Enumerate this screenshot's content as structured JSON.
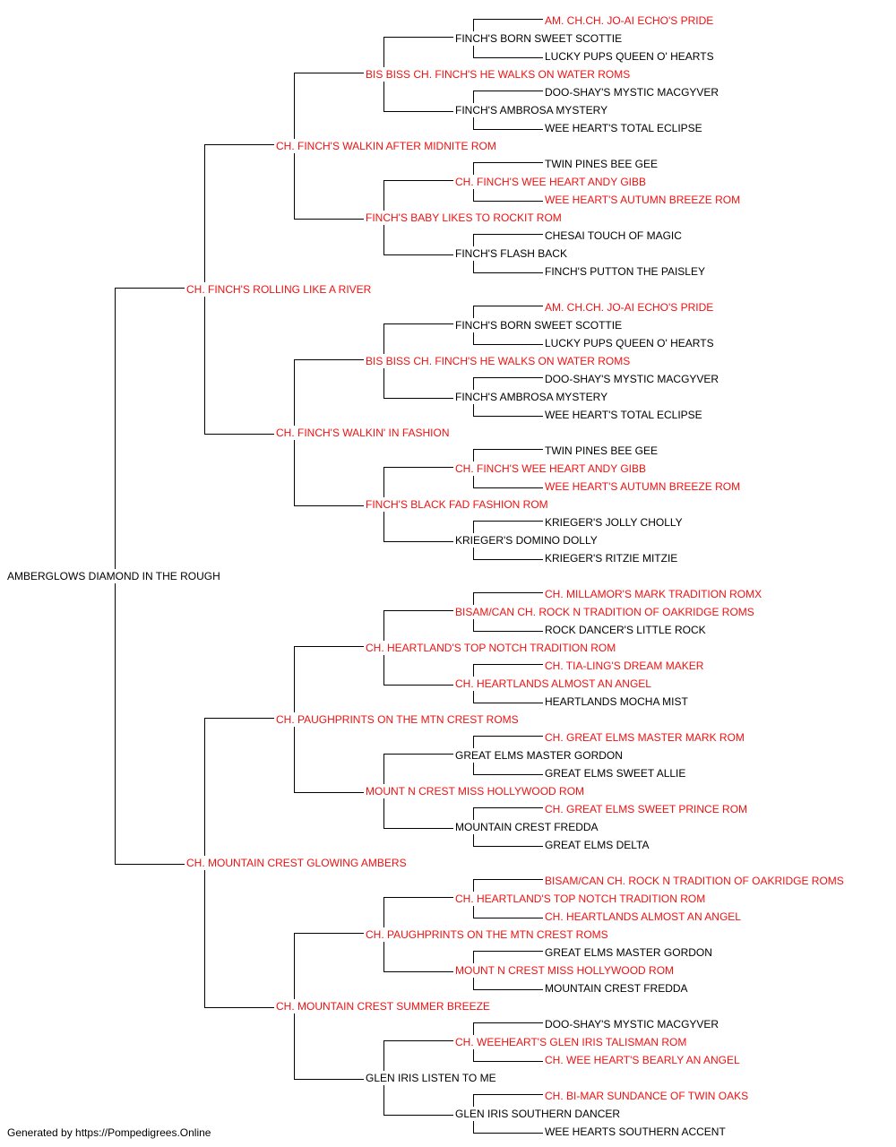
{
  "colors": {
    "champion": "#ee1111",
    "plain": "#000000",
    "line": "#000000"
  },
  "pedigree": {
    "name": "AMBERGLOWS DIAMOND IN THE ROUGH",
    "red": false,
    "sire": {
      "name": "CH. FINCH'S ROLLING LIKE A RIVER",
      "red": true,
      "sire": {
        "name": "CH. FINCH'S WALKIN AFTER MIDNITE ROM",
        "red": true,
        "sire": {
          "name": "BIS BISS CH. FINCH'S HE WALKS ON WATER ROMS",
          "red": true,
          "sire": {
            "name": "FINCH'S BORN SWEET SCOTTIE",
            "red": false,
            "sire": {
              "name": "AM. CH.CH. JO-AI ECHO'S PRIDE",
              "red": true
            },
            "dam": {
              "name": "LUCKY PUPS QUEEN O' HEARTS",
              "red": false
            }
          },
          "dam": {
            "name": "FINCH'S AMBROSA MYSTERY",
            "red": false,
            "sire": {
              "name": "DOO-SHAY'S MYSTIC MACGYVER",
              "red": false
            },
            "dam": {
              "name": "WEE HEART'S TOTAL ECLIPSE",
              "red": false
            }
          }
        },
        "dam": {
          "name": "FINCH'S BABY LIKES TO ROCKIT ROM",
          "red": true,
          "sire": {
            "name": "CH. FINCH'S WEE HEART ANDY GIBB",
            "red": true,
            "sire": {
              "name": "TWIN PINES BEE GEE",
              "red": false
            },
            "dam": {
              "name": "WEE HEART'S AUTUMN BREEZE ROM",
              "red": true
            }
          },
          "dam": {
            "name": "FINCH'S FLASH BACK",
            "red": false,
            "sire": {
              "name": "CHESAI TOUCH OF MAGIC",
              "red": false
            },
            "dam": {
              "name": "FINCH'S PUTTON THE PAISLEY",
              "red": false
            }
          }
        }
      },
      "dam": {
        "name": "CH. FINCH'S WALKIN' IN FASHION",
        "red": true,
        "sire": {
          "name": "BIS BISS CH. FINCH'S HE WALKS ON WATER ROMS",
          "red": true,
          "sire": {
            "name": "FINCH'S BORN SWEET SCOTTIE",
            "red": false,
            "sire": {
              "name": "AM. CH.CH. JO-AI ECHO'S PRIDE",
              "red": true
            },
            "dam": {
              "name": "LUCKY PUPS QUEEN O' HEARTS",
              "red": false
            }
          },
          "dam": {
            "name": "FINCH'S AMBROSA MYSTERY",
            "red": false,
            "sire": {
              "name": "DOO-SHAY'S MYSTIC MACGYVER",
              "red": false
            },
            "dam": {
              "name": "WEE HEART'S TOTAL ECLIPSE",
              "red": false
            }
          }
        },
        "dam": {
          "name": "FINCH'S BLACK FAD FASHION ROM",
          "red": true,
          "sire": {
            "name": "CH. FINCH'S WEE HEART ANDY GIBB",
            "red": true,
            "sire": {
              "name": "TWIN PINES BEE GEE",
              "red": false
            },
            "dam": {
              "name": "WEE HEART'S AUTUMN BREEZE ROM",
              "red": true
            }
          },
          "dam": {
            "name": "KRIEGER'S DOMINO DOLLY",
            "red": false,
            "sire": {
              "name": "KRIEGER'S JOLLY CHOLLY",
              "red": false
            },
            "dam": {
              "name": "KRIEGER'S RITZIE MITZIE",
              "red": false
            }
          }
        }
      }
    },
    "dam": {
      "name": "CH. MOUNTAIN CREST GLOWING AMBERS",
      "red": true,
      "sire": {
        "name": "CH. PAUGHPRINTS ON THE MTN CREST ROMS",
        "red": true,
        "sire": {
          "name": "CH. HEARTLAND'S TOP NOTCH TRADITION ROM",
          "red": true,
          "sire": {
            "name": "BISAM/CAN CH. ROCK N TRADITION OF OAKRIDGE ROMS",
            "red": true,
            "sire": {
              "name": "CH. MILLAMOR'S MARK TRADITION ROMX",
              "red": true
            },
            "dam": {
              "name": "ROCK DANCER'S LITTLE ROCK",
              "red": false
            }
          },
          "dam": {
            "name": "CH. HEARTLANDS ALMOST AN ANGEL",
            "red": true,
            "sire": {
              "name": "CH. TIA-LING'S DREAM MAKER",
              "red": true
            },
            "dam": {
              "name": "HEARTLANDS MOCHA MIST",
              "red": false
            }
          }
        },
        "dam": {
          "name": "MOUNT N CREST MISS HOLLYWOOD ROM",
          "red": true,
          "sire": {
            "name": "GREAT ELMS MASTER GORDON",
            "red": false,
            "sire": {
              "name": "CH. GREAT ELMS MASTER MARK ROM",
              "red": true
            },
            "dam": {
              "name": "GREAT ELMS SWEET ALLIE",
              "red": false
            }
          },
          "dam": {
            "name": "MOUNTAIN CREST FREDDA",
            "red": false,
            "sire": {
              "name": "CH. GREAT ELMS SWEET PRINCE ROM",
              "red": true
            },
            "dam": {
              "name": "GREAT ELMS DELTA",
              "red": false
            }
          }
        }
      },
      "dam": {
        "name": "CH. MOUNTAIN CREST SUMMER BREEZE",
        "red": true,
        "sire": {
          "name": "CH. PAUGHPRINTS ON THE MTN CREST ROMS",
          "red": true,
          "sire": {
            "name": "CH. HEARTLAND'S TOP NOTCH TRADITION ROM",
            "red": true,
            "sire": {
              "name": "BISAM/CAN CH. ROCK N TRADITION OF OAKRIDGE ROMS",
              "red": true
            },
            "dam": {
              "name": "CH. HEARTLANDS ALMOST AN ANGEL",
              "red": true
            }
          },
          "dam": {
            "name": "MOUNT N CREST MISS HOLLYWOOD ROM",
            "red": true,
            "sire": {
              "name": "GREAT ELMS MASTER GORDON",
              "red": false
            },
            "dam": {
              "name": "MOUNTAIN CREST FREDDA",
              "red": false
            }
          }
        },
        "dam": {
          "name": "GLEN IRIS LISTEN TO ME",
          "red": false,
          "sire": {
            "name": "CH. WEEHEART'S GLEN IRIS TALISMAN ROM",
            "red": true,
            "sire": {
              "name": "DOO-SHAY'S MYSTIC MACGYVER",
              "red": false
            },
            "dam": {
              "name": "CH. WEE HEART'S BEARLY AN ANGEL",
              "red": true
            }
          },
          "dam": {
            "name": "GLEN IRIS SOUTHERN DANCER",
            "red": false,
            "sire": {
              "name": "CH. BI-MAR SUNDANCE OF TWIN OAKS",
              "red": true
            },
            "dam": {
              "name": "WEE HEARTS SOUTHERN ACCENT",
              "red": false
            }
          }
        }
      }
    }
  },
  "footer": {
    "text": "Generated by https://Pompedigrees.Online"
  }
}
